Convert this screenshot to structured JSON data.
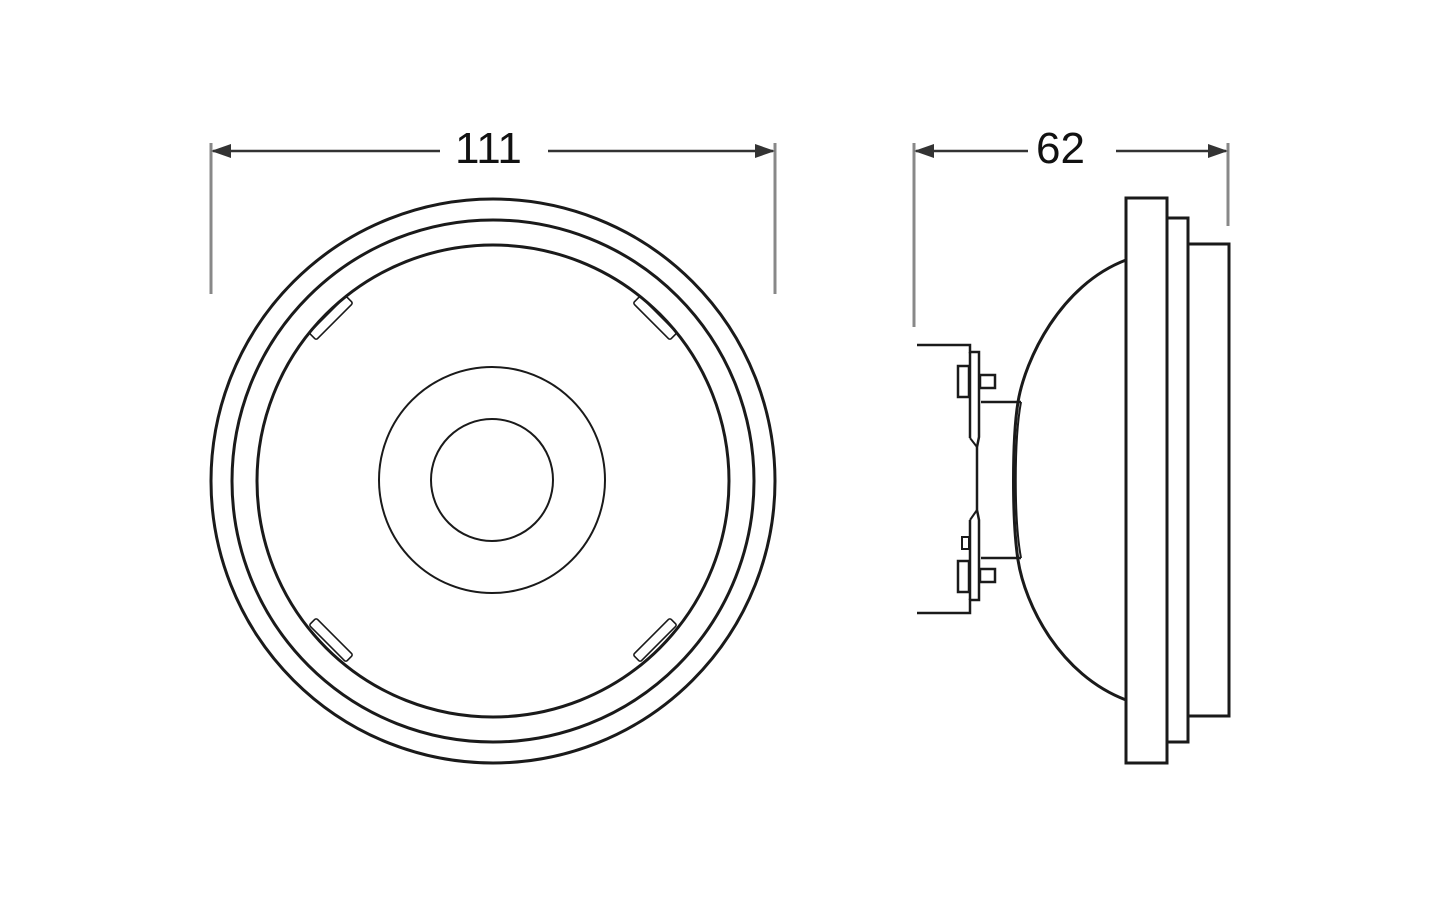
{
  "diagram": {
    "type": "technical-dimension-drawing",
    "views": [
      {
        "name": "front-view",
        "description": "circular reflector lamp front"
      },
      {
        "name": "side-view",
        "description": "lamp profile with pin base"
      }
    ],
    "dimensions": {
      "diameter": {
        "value": "111",
        "view": "front-view"
      },
      "length": {
        "value": "62",
        "view": "side-view"
      }
    },
    "colors": {
      "line": "#1a1a1a",
      "dimension_line": "#333333",
      "extension_line": "#888888",
      "background": "#ffffff"
    }
  }
}
